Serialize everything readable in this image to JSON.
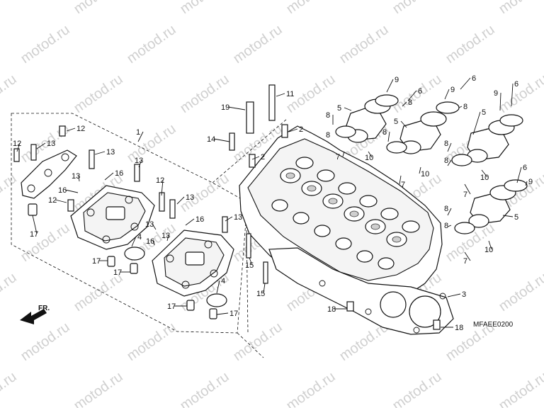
{
  "diagram": {
    "code": "MFAEE0200",
    "direction": "FR.",
    "watermark": "motod.ru",
    "callouts": [
      {
        "id": "c1",
        "text": "1"
      },
      {
        "id": "c2a",
        "text": "2"
      },
      {
        "id": "c2b",
        "text": "2"
      },
      {
        "id": "c3",
        "text": "3"
      },
      {
        "id": "c4a",
        "text": "4"
      },
      {
        "id": "c4b",
        "text": "4"
      },
      {
        "id": "c5a",
        "text": "5"
      },
      {
        "id": "c5b",
        "text": "5"
      },
      {
        "id": "c5c",
        "text": "5"
      },
      {
        "id": "c5d",
        "text": "5"
      },
      {
        "id": "c6a",
        "text": "6"
      },
      {
        "id": "c6b",
        "text": "6"
      },
      {
        "id": "c6c",
        "text": "6"
      },
      {
        "id": "c6d",
        "text": "6"
      },
      {
        "id": "c7a",
        "text": "7"
      },
      {
        "id": "c7b",
        "text": "7"
      },
      {
        "id": "c7c",
        "text": "7"
      },
      {
        "id": "c7d",
        "text": "7"
      },
      {
        "id": "c8a",
        "text": "8"
      },
      {
        "id": "c8b",
        "text": "8"
      },
      {
        "id": "c8c",
        "text": "8"
      },
      {
        "id": "c8d",
        "text": "8"
      },
      {
        "id": "c8e",
        "text": "8"
      },
      {
        "id": "c8f",
        "text": "8"
      },
      {
        "id": "c8g",
        "text": "8"
      },
      {
        "id": "c8h",
        "text": "8"
      },
      {
        "id": "c8i",
        "text": "8"
      },
      {
        "id": "c9a",
        "text": "9"
      },
      {
        "id": "c9b",
        "text": "9"
      },
      {
        "id": "c9c",
        "text": "9"
      },
      {
        "id": "c9d",
        "text": "9"
      },
      {
        "id": "c10a",
        "text": "10"
      },
      {
        "id": "c10b",
        "text": "10"
      },
      {
        "id": "c10c",
        "text": "10"
      },
      {
        "id": "c10d",
        "text": "10"
      },
      {
        "id": "c11",
        "text": "11"
      },
      {
        "id": "c12a",
        "text": "12"
      },
      {
        "id": "c12b",
        "text": "12"
      },
      {
        "id": "c12c",
        "text": "12"
      },
      {
        "id": "c12d",
        "text": "12"
      },
      {
        "id": "c13a",
        "text": "13"
      },
      {
        "id": "c13b",
        "text": "13"
      },
      {
        "id": "c13c",
        "text": "13"
      },
      {
        "id": "c13d",
        "text": "13"
      },
      {
        "id": "c13e",
        "text": "13"
      },
      {
        "id": "c13f",
        "text": "13"
      },
      {
        "id": "c13g",
        "text": "13"
      },
      {
        "id": "c13h",
        "text": "13"
      },
      {
        "id": "c14",
        "text": "14"
      },
      {
        "id": "c15a",
        "text": "15"
      },
      {
        "id": "c15b",
        "text": "15"
      },
      {
        "id": "c16a",
        "text": "16"
      },
      {
        "id": "c16b",
        "text": "16"
      },
      {
        "id": "c16c",
        "text": "16"
      },
      {
        "id": "c16d",
        "text": "16"
      },
      {
        "id": "c17a",
        "text": "17"
      },
      {
        "id": "c17b",
        "text": "17"
      },
      {
        "id": "c17c",
        "text": "17"
      },
      {
        "id": "c17d",
        "text": "17"
      },
      {
        "id": "c17e",
        "text": "17"
      },
      {
        "id": "c18a",
        "text": "18"
      },
      {
        "id": "c18b",
        "text": "18"
      },
      {
        "id": "c19",
        "text": "19"
      }
    ]
  }
}
